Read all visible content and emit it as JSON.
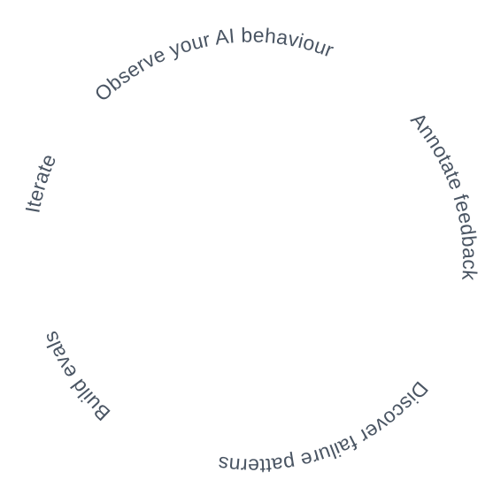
{
  "diagram": {
    "steps": [
      {
        "label": "Observe your AI behaviour"
      },
      {
        "label": "Annotate feedback"
      },
      {
        "label": "Discover failure patterns"
      },
      {
        "label": "Build evals"
      },
      {
        "label": "Iterate"
      }
    ],
    "text_color": "#4a5563",
    "background_color": "#ffffff"
  }
}
